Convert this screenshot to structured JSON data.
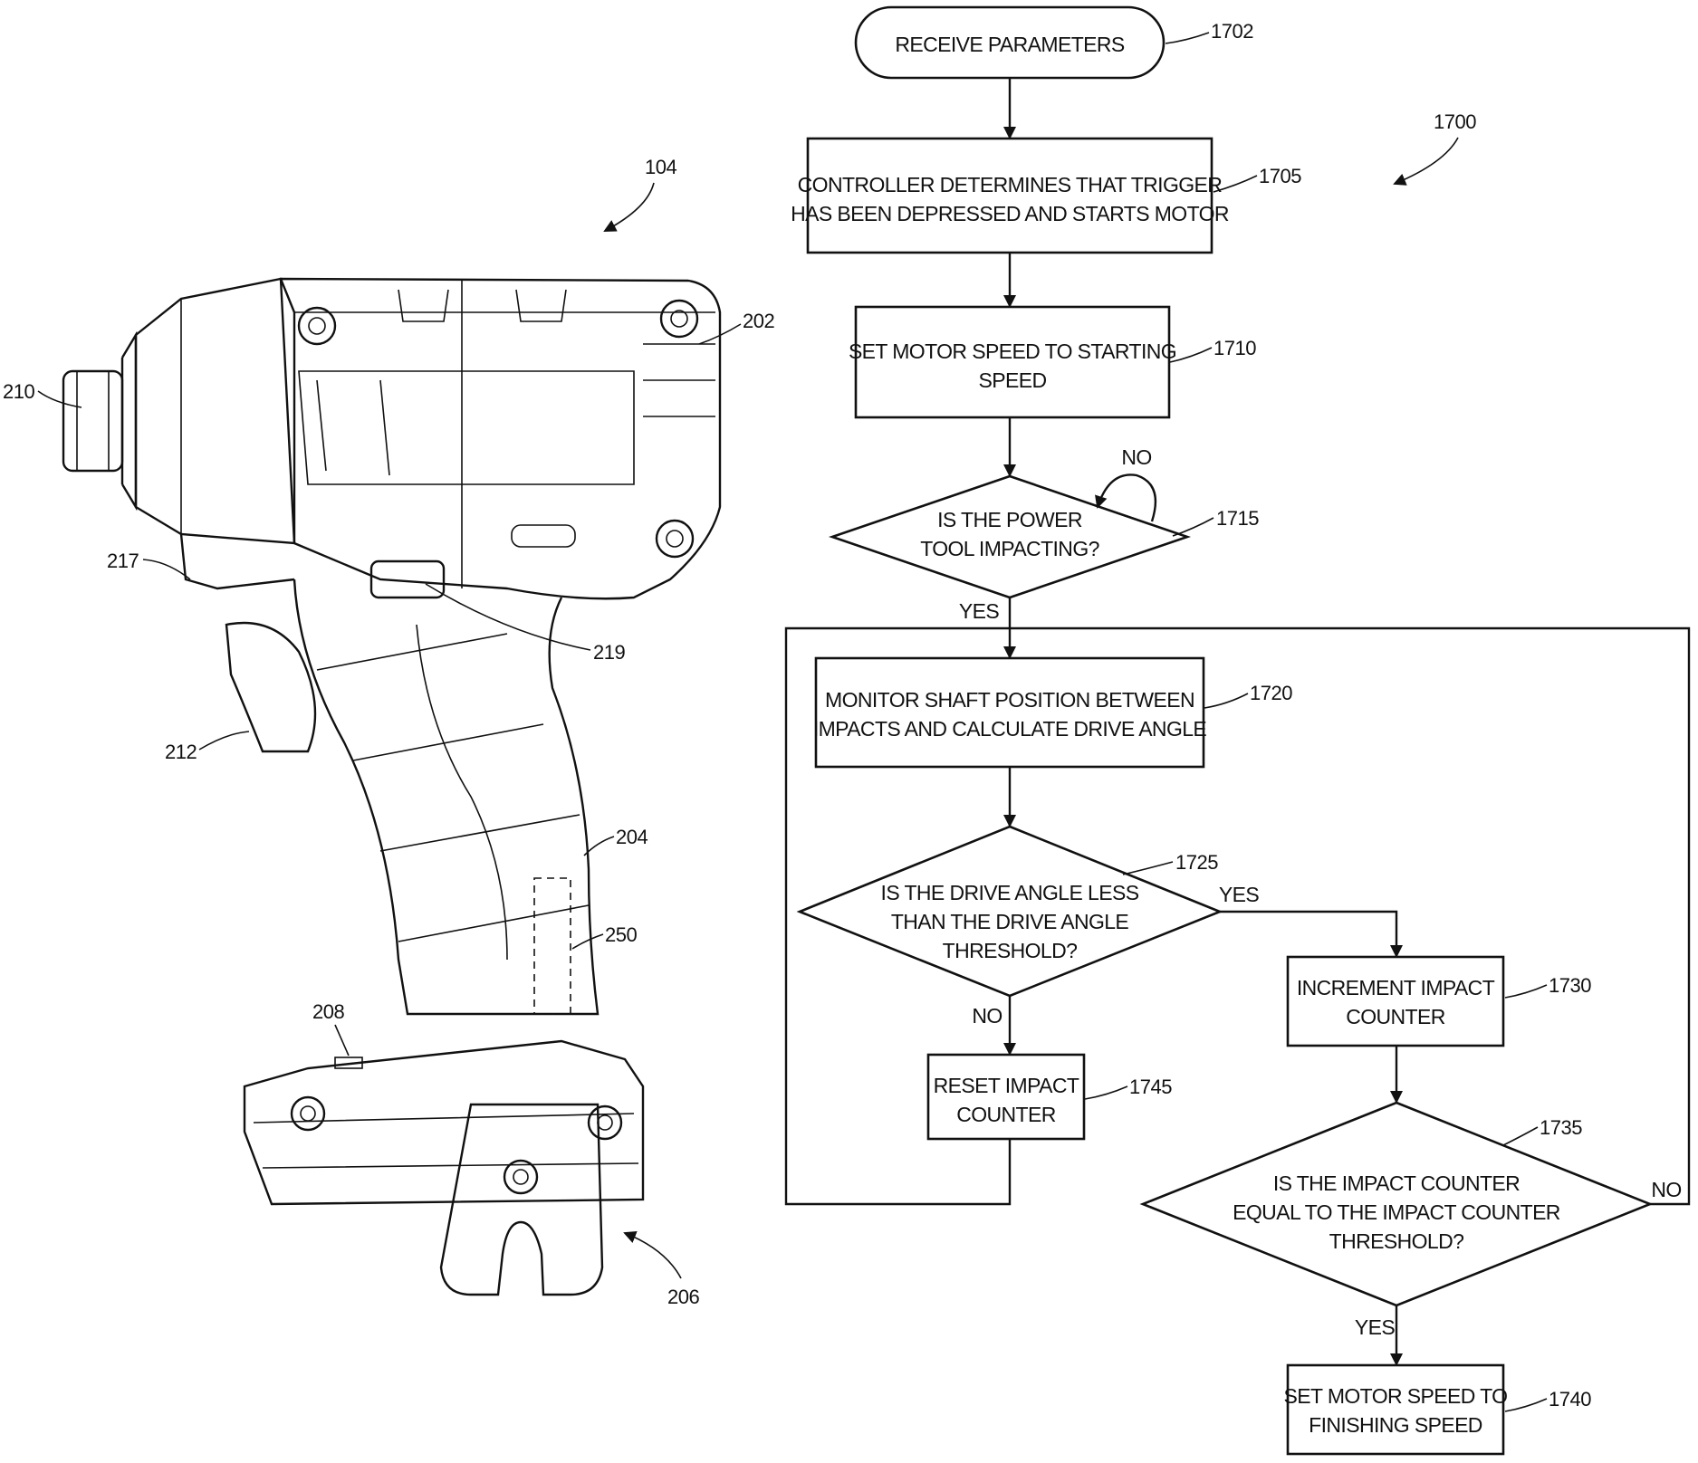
{
  "figure": {
    "tool_ref": "104",
    "flow_ref": "1700",
    "tool_parts": {
      "p202": "202",
      "p204": "204",
      "p206": "206",
      "p208": "208",
      "p210": "210",
      "p212": "212",
      "p217": "217",
      "p219": "219",
      "p250": "250"
    }
  },
  "flowchart": {
    "start": {
      "ref": "1702",
      "text": "RECEIVE PARAMETERS"
    },
    "step_1705": {
      "ref": "1705",
      "line1": "CONTROLLER DETERMINES THAT TRIGGER",
      "line2": "HAS BEEN DEPRESSED AND STARTS MOTOR"
    },
    "step_1710": {
      "ref": "1710",
      "line1": "SET MOTOR SPEED TO STARTING",
      "line2": "SPEED"
    },
    "decision_1715": {
      "ref": "1715",
      "line1": "IS THE POWER",
      "line2": "TOOL IMPACTING?",
      "no_label": "NO",
      "yes_label": "YES"
    },
    "step_1720": {
      "ref": "1720",
      "line1": "MONITOR SHAFT POSITION BETWEEN",
      "line2": "IMPACTS AND CALCULATE DRIVE ANGLE"
    },
    "decision_1725": {
      "ref": "1725",
      "line1": "IS THE DRIVE ANGLE LESS",
      "line2": "THAN THE DRIVE ANGLE",
      "line3": "THRESHOLD?",
      "yes_label": "YES",
      "no_label": "NO"
    },
    "step_1730": {
      "ref": "1730",
      "line1": "INCREMENT IMPACT",
      "line2": "COUNTER"
    },
    "decision_1735": {
      "ref": "1735",
      "line1": "IS THE IMPACT COUNTER",
      "line2": "EQUAL TO THE IMPACT COUNTER",
      "line3": "THRESHOLD?",
      "no_label": "NO",
      "yes_label": "YES"
    },
    "step_1740": {
      "ref": "1740",
      "line1": "SET MOTOR SPEED TO",
      "line2": "FINISHING SPEED"
    },
    "step_1745": {
      "ref": "1745",
      "line1": "RESET IMPACT",
      "line2": "COUNTER"
    }
  }
}
